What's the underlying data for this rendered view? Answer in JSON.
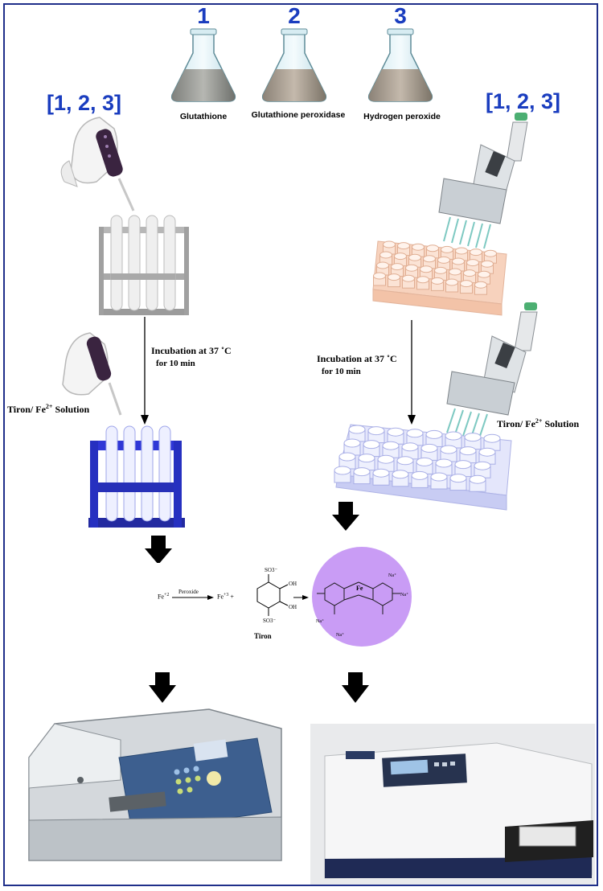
{
  "flasks": [
    {
      "number": "1",
      "label": "Glutathione"
    },
    {
      "number": "2",
      "label": "Glutathione peroxidase"
    },
    {
      "number": "3",
      "label": "Hydrogen peroxide"
    }
  ],
  "left_branch": {
    "set_label": "[1, 2, 3]",
    "incubation_line1": "Incubation at 37 ˚C",
    "incubation_line2": "for 10 min",
    "reagent_label_prefix": "Tiron/ Fe",
    "reagent_label_sup": "2+",
    "reagent_label_suffix": " Solution"
  },
  "right_branch": {
    "set_label": "[1, 2, 3]",
    "incubation_line1": "Incubation at 37 ˚C",
    "incubation_line2": "for 10 min",
    "reagent_label_prefix": "Tiron/ Fe",
    "reagent_label_sup": "2+",
    "reagent_label_suffix": " Solution"
  },
  "reaction": {
    "reactant": "Fe",
    "reactant_sup": "+2",
    "arrow_label": "Peroxide",
    "product": "Fe",
    "product_sup": "+3",
    "plus": "+",
    "tiron_label": "Tiron",
    "complex_ions": [
      "Na⁺",
      "Na⁺",
      "Na⁺",
      "Na⁺"
    ]
  },
  "colors": {
    "accent_blue": "#1a3dbf",
    "rack_blue": "#2f37d6",
    "complex_purple": "#c99cf5",
    "plate_pink": "#f7d2bd",
    "plate_lavender": "#d9dcf8"
  }
}
